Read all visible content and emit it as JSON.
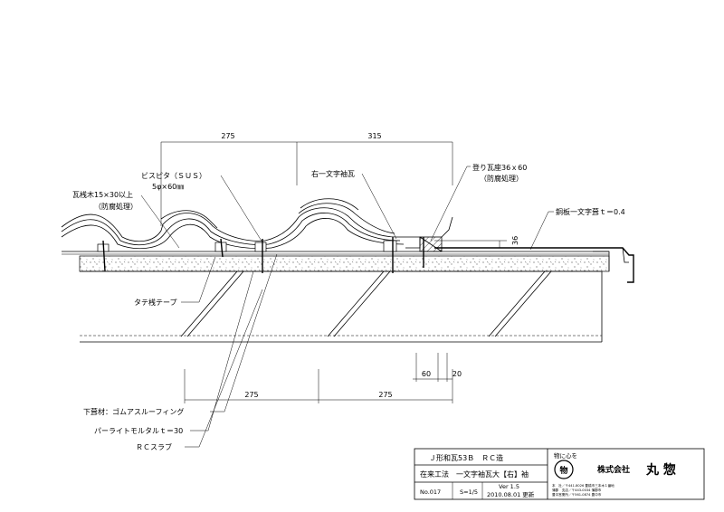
{
  "dimensions": {
    "top_left": "275",
    "top_right": "315",
    "bottom_left": "275",
    "bottom_right": "275",
    "detail_60": "60",
    "detail_20": "20",
    "detail_36": "36"
  },
  "labels": {
    "screw": "ビスピタ（ＳＵＳ）",
    "screw_size": "5φ×60㎜",
    "batten": "瓦桟木15×30以上",
    "batten_treatment": "（防腐処理）",
    "edge_tile": "右一文字袖瓦",
    "ridge_seat": "登り瓦座36ｘ60",
    "ridge_seat_treatment": "（防腐処理）",
    "copper_plate": "銅板一文字葺ｔ＝0.4",
    "tape": "タテ桟テープ",
    "underlay": "下葺材：ゴムアスルーフィング",
    "mortar": "パーライトモルタルｔ＝30",
    "slab": "ＲＣスラブ"
  },
  "title_block": {
    "title1": "Ｊ形和瓦53Ｂ　ＲＣ造",
    "title2": "在来工法　一文字袖瓦大【右】袖",
    "number": "No.017",
    "scale": "S=1/5",
    "version": "Ver 1.5",
    "date": "2010.08.01 更新",
    "motto": "物に心を",
    "seal_char": "物",
    "company_prefix": "株式会社",
    "company_name": "丸 惣",
    "address1": "本　社／〒441-8026 豊橋市三本木１番地",
    "address2": "蒲郡　支店／〒443-0034 蒲郡市",
    "address3": "豊中営業所／〒561-0874 豊中市"
  }
}
